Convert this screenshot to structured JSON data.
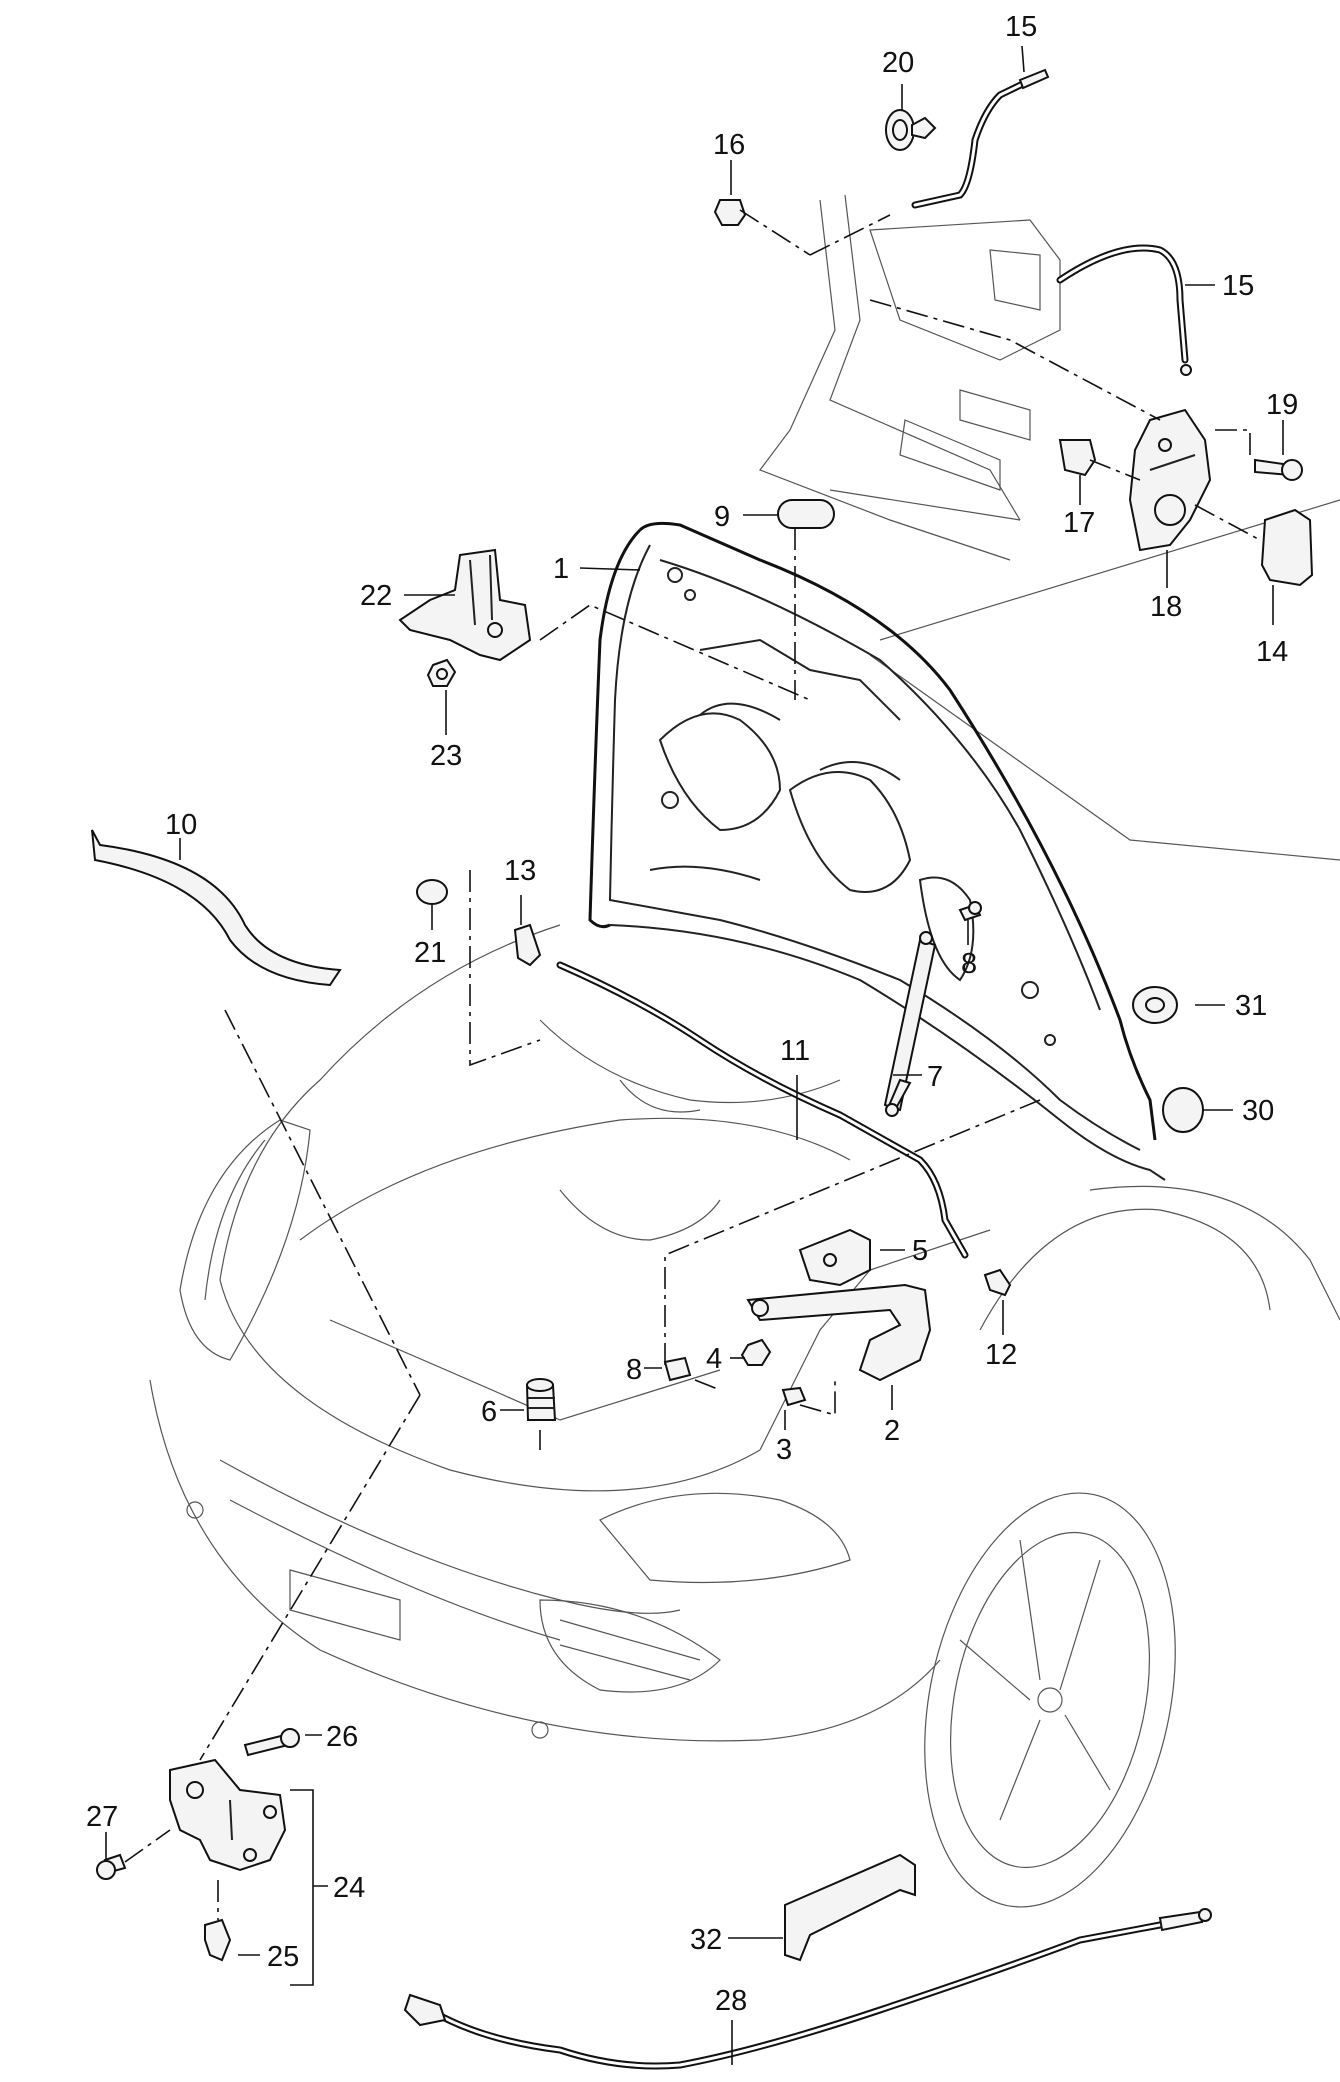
{
  "diagram": {
    "callouts": [
      {
        "id": "c1",
        "label": "1"
      },
      {
        "id": "c2",
        "label": "2"
      },
      {
        "id": "c3",
        "label": "3"
      },
      {
        "id": "c4",
        "label": "4"
      },
      {
        "id": "c5",
        "label": "5"
      },
      {
        "id": "c6",
        "label": "6"
      },
      {
        "id": "c7",
        "label": "7"
      },
      {
        "id": "c8a",
        "label": "8"
      },
      {
        "id": "c8b",
        "label": "8"
      },
      {
        "id": "c9",
        "label": "9"
      },
      {
        "id": "c10",
        "label": "10"
      },
      {
        "id": "c11",
        "label": "11"
      },
      {
        "id": "c12",
        "label": "12"
      },
      {
        "id": "c13",
        "label": "13"
      },
      {
        "id": "c14",
        "label": "14"
      },
      {
        "id": "c15a",
        "label": "15"
      },
      {
        "id": "c15b",
        "label": "15"
      },
      {
        "id": "c16",
        "label": "16"
      },
      {
        "id": "c17",
        "label": "17"
      },
      {
        "id": "c18",
        "label": "18"
      },
      {
        "id": "c19",
        "label": "19"
      },
      {
        "id": "c20",
        "label": "20"
      },
      {
        "id": "c21",
        "label": "21"
      },
      {
        "id": "c22",
        "label": "22"
      },
      {
        "id": "c23",
        "label": "23"
      },
      {
        "id": "c24",
        "label": "24"
      },
      {
        "id": "c25",
        "label": "25"
      },
      {
        "id": "c26",
        "label": "26"
      },
      {
        "id": "c27",
        "label": "27"
      },
      {
        "id": "c28",
        "label": "28"
      },
      {
        "id": "c30",
        "label": "30"
      },
      {
        "id": "c31",
        "label": "31"
      },
      {
        "id": "c32",
        "label": "32"
      }
    ]
  }
}
